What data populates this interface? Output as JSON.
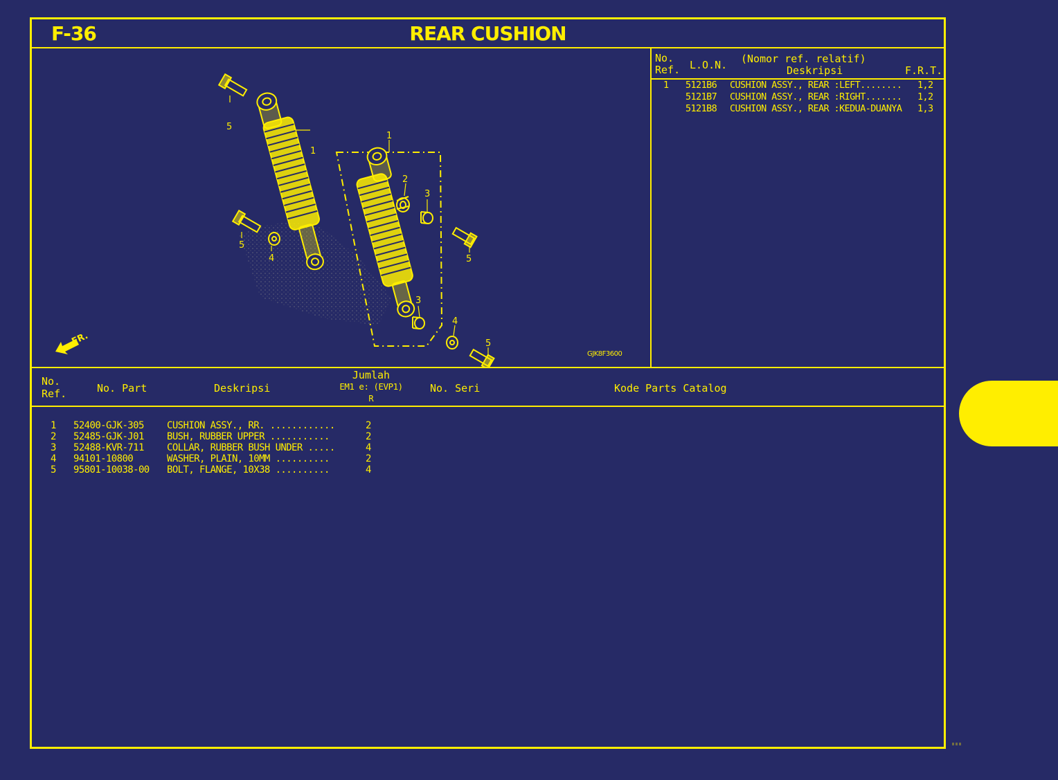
{
  "header": {
    "code": "F-36",
    "title": "REAR CUSHION"
  },
  "figure": {
    "code": "GJK8F3600",
    "direction_label": "FR."
  },
  "callouts": [
    "5",
    "1",
    "1",
    "2",
    "3",
    "5",
    "4",
    "5",
    "3",
    "4",
    "5"
  ],
  "ref_table": {
    "headers": {
      "no_ref": "No.\nRef.",
      "lon": "L.O.N.",
      "desc_top": "(Nomor ref. relatif)",
      "desc": "Deskripsi",
      "frt": "F.R.T."
    },
    "rows": [
      {
        "ref": "1",
        "lon": "5121B6",
        "desc": "CUSHION ASSY., REAR :LEFT........",
        "frt": "1,2"
      },
      {
        "ref": "",
        "lon": "5121B7",
        "desc": "CUSHION ASSY., REAR :RIGHT.......",
        "frt": "1,2"
      },
      {
        "ref": "",
        "lon": "5121B8",
        "desc": "CUSHION ASSY., REAR :KEDUA-DUANYA",
        "frt": "1,3"
      }
    ]
  },
  "parts_table": {
    "headers": {
      "no_ref": "No.\nRef.",
      "no_part": "No. Part",
      "desc": "Deskripsi",
      "jumlah": "Jumlah",
      "jumlah_sub": "EM1 e: (EVP1)",
      "jumlah_r": "R",
      "no_seri": "No. Seri",
      "kode": "Kode Parts Catalog"
    },
    "rows": [
      {
        "ref": "1",
        "part": "52400-GJK-305",
        "desc": "CUSHION ASSY., RR. ............",
        "qty": "2"
      },
      {
        "ref": "2",
        "part": "52485-GJK-J01",
        "desc": "BUSH, RUBBER UPPER ...........",
        "qty": "2"
      },
      {
        "ref": "3",
        "part": "52488-KVR-711",
        "desc": "COLLAR, RUBBER BUSH UNDER .....",
        "qty": "4"
      },
      {
        "ref": "4",
        "part": "94101-10800",
        "desc": "WASHER, PLAIN, 10MM ..........",
        "qty": "2"
      },
      {
        "ref": "5",
        "part": "95801-10038-00",
        "desc": "BOLT, FLANGE, 10X38 ..........",
        "qty": "4"
      }
    ]
  }
}
